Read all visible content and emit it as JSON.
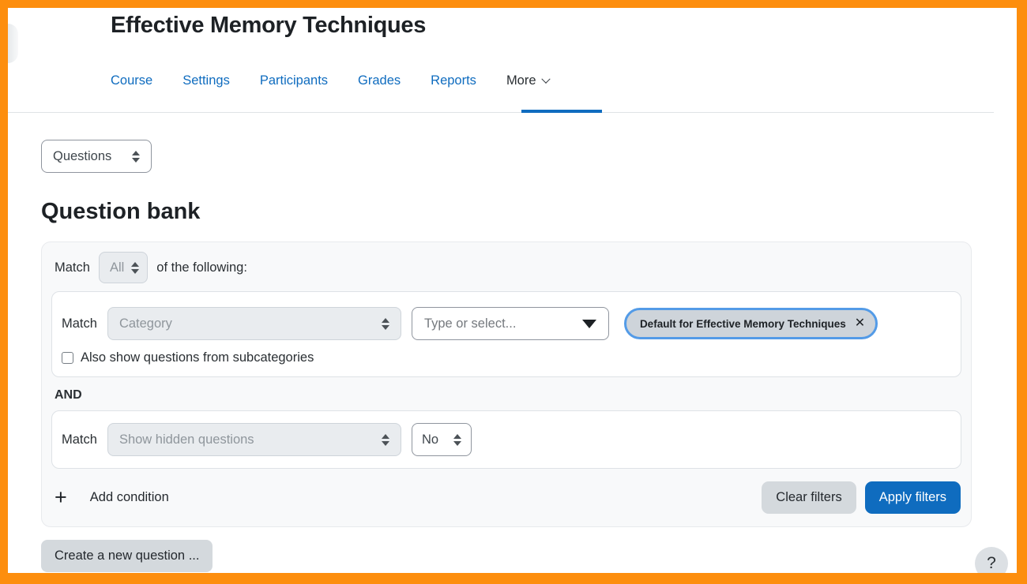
{
  "theme": {
    "accent_orange": "#fd8e0e",
    "link_blue": "#0f6cbf",
    "primary_button": "#0f6cbf",
    "secondary_button": "#d4d9dd",
    "select_gray_bg": "#e9ecef",
    "panel_bg": "#f8f9fa",
    "tag_focus_border": "#539be7"
  },
  "header": {
    "title": "Effective Memory Techniques",
    "tabs": [
      {
        "label": "Course",
        "active": false
      },
      {
        "label": "Settings",
        "active": false
      },
      {
        "label": "Participants",
        "active": false
      },
      {
        "label": "Grades",
        "active": false
      },
      {
        "label": "Reports",
        "active": false
      },
      {
        "label": "More",
        "active": true
      }
    ]
  },
  "toolbar": {
    "questions_label": "Questions"
  },
  "page": {
    "heading": "Question bank"
  },
  "filters": {
    "match_label": "Match",
    "match_value": "All",
    "of_following": "of the following:",
    "joiner": "AND",
    "rows": [
      {
        "match_label": "Match",
        "field": "Category",
        "typeahead_placeholder": "Type or select...",
        "tag": "Default for Effective Memory Techniques",
        "checkbox_label": "Also show questions from subcategories",
        "checkbox_checked": false
      },
      {
        "match_label": "Match",
        "field": "Show hidden questions",
        "value": "No"
      }
    ],
    "add_condition": "Add condition",
    "clear": "Clear filters",
    "apply": "Apply filters"
  },
  "footer": {
    "create_button": "Create a new question ...",
    "help_label": "?"
  },
  "icons": {
    "plus": "+",
    "close": "✕"
  }
}
